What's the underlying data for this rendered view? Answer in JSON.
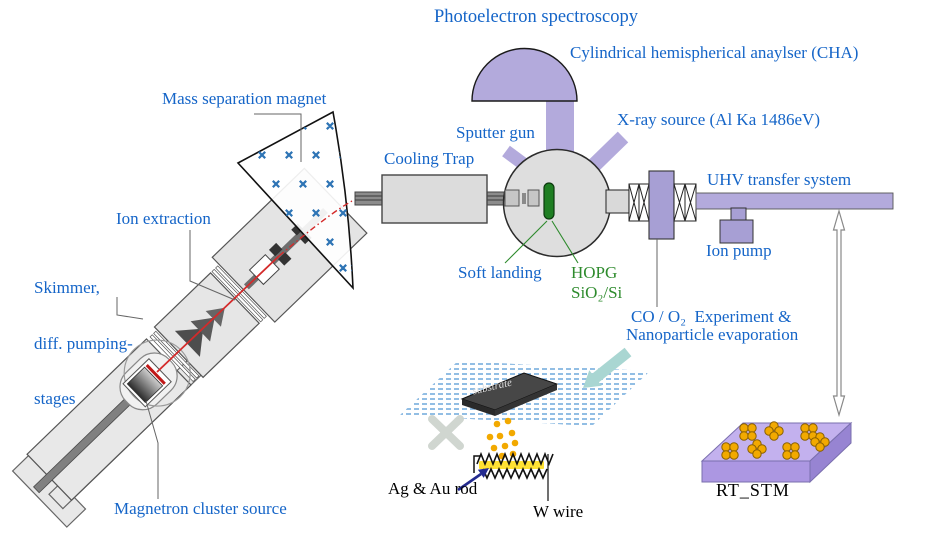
{
  "title": "Photoelectron spectroscopy",
  "labels": {
    "cha": "Cylindrical hemispherical anaylser (CHA)",
    "xray_source": "X-ray source (Al Ka 1486eV)",
    "sputter_gun": "Sputter gun",
    "cooling_trap": "Cooling Trap",
    "mass_separation_magnet": "Mass separation magnet",
    "ion_extraction": "Ion extraction",
    "skimmer_line1": "Skimmer,",
    "skimmer_line2": "diff. pumping-",
    "skimmer_line3": "stages",
    "magnetron_cluster_source": "Magnetron cluster source",
    "uhv_transfer_system": "UHV transfer system",
    "ion_pump": "Ion pump",
    "soft_landing": "Soft landing",
    "hopg": "HOPG",
    "sio2_si": "SiO₂/Si",
    "co_o2_line1": "CO / O₂  Experiment &",
    "co_o2_line2": "Nanoparticle evaporation",
    "ag_au_rod": "Ag & Au rod",
    "w_wire": "W wire",
    "rt_stm": "RT_STM",
    "substrate": "substrate"
  },
  "colors": {
    "label_blue": "#1565C8",
    "label_green": "#2E8B2D",
    "component_purple": "#B3AADC",
    "valve_purple": "#A79FD4",
    "slab_top": "#C3B1EE",
    "slab_front": "#AC97E2",
    "slab_side": "#9784D2",
    "beam_red": "#D42A2A",
    "marker_blue": "#2E74B5",
    "cluster_orange": "#F2A900",
    "wire_yellow": "#FFE133",
    "teal_arrow": "#A9D6D2",
    "arrow_navy": "#232A8F"
  }
}
